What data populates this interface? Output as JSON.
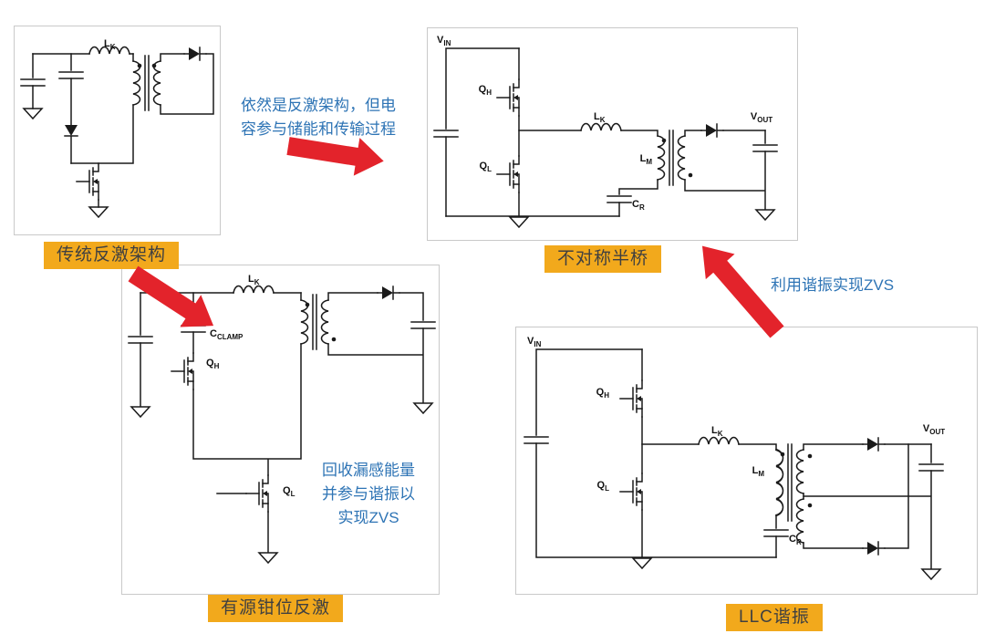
{
  "captions": {
    "traditional_flyback": "传统反激架构",
    "asymmetric_half_bridge": "不对称半桥",
    "active_clamp_flyback": "有源钳位反激",
    "llc_resonant": "LLC谐振"
  },
  "annotations": {
    "flyback_evolution": {
      "line1": "依然是反激架构，但电",
      "line2": "容参与储能和传输过程"
    },
    "resonance_zvs": "利用谐振实现ZVS",
    "clamp_zvs": {
      "line1": "回收漏感能量",
      "line2": "并参与谐振以",
      "line3": "实现ZVS"
    }
  },
  "components": {
    "vin": {
      "main": "V",
      "sub": "IN"
    },
    "vout": {
      "main": "V",
      "sub": "OUT"
    },
    "qh": {
      "main": "Q",
      "sub": "H"
    },
    "ql": {
      "main": "Q",
      "sub": "L"
    },
    "lk": {
      "main": "L",
      "sub": "K"
    },
    "lm": {
      "main": "L",
      "sub": "M"
    },
    "cr": {
      "main": "C",
      "sub": "R"
    },
    "cclamp": {
      "main": "C",
      "sub": "CLAMP"
    }
  },
  "colors": {
    "arrow_red": "#E3232B",
    "caption_bg": "#F2A91C",
    "caption_text": "#404040",
    "annotation_blue": "#2E74B5",
    "wire": "#1a1a1a",
    "box_border": "#c9c9c9"
  }
}
